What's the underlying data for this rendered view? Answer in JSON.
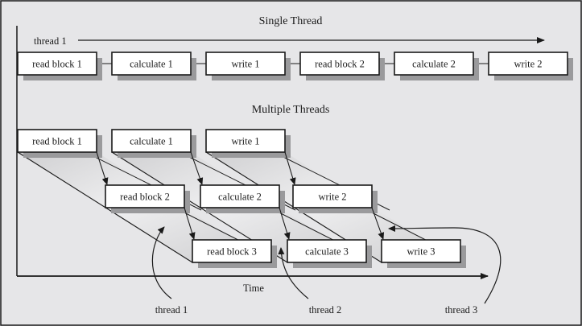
{
  "single": {
    "title": "Single Thread",
    "thread_label": "thread 1",
    "steps": [
      "read block 1",
      "calculate 1",
      "write 1",
      "read block 2",
      "calculate 2",
      "write 2"
    ]
  },
  "multi": {
    "title": "Multiple Threads",
    "rows": [
      [
        "read block 1",
        "calculate 1",
        "write 1"
      ],
      [
        "read block 2",
        "calculate 2",
        "write 2"
      ],
      [
        "read block 3",
        "calculate 3",
        "write 3"
      ]
    ],
    "thread_labels": [
      "thread 1",
      "thread 2",
      "thread 3"
    ]
  },
  "axis": {
    "label": "Time"
  },
  "colors": {
    "background": "#e6e6e8",
    "box_fill": "#ffffff",
    "stroke": "#1a1a1a",
    "shadow": "#9a9a9c",
    "band": "#d2d2d4"
  }
}
